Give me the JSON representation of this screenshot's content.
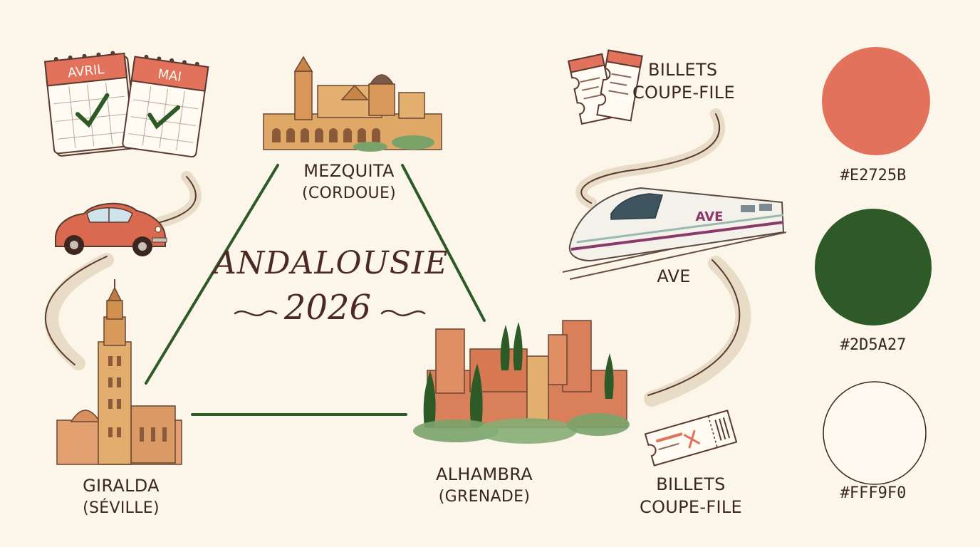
{
  "title": {
    "line1": "ANDALOUSIE",
    "line2": "2026"
  },
  "calendar": {
    "month1": "AVRIL",
    "month2": "MAI"
  },
  "places": {
    "mezquita": {
      "name": "MEZQUITA",
      "city": "(CORDOUE)"
    },
    "giralda": {
      "name": "GIRALDA",
      "city": "(SÉVILLE)"
    },
    "alhambra": {
      "name": "ALHAMBRA",
      "city": "(GRENADE)"
    }
  },
  "transport": {
    "train_label": "AVE",
    "train_logo": "AVE"
  },
  "tickets": {
    "top": {
      "line1": "BILLETS",
      "line2": "COUPE-FILE"
    },
    "bottom": {
      "line1": "BILLETS",
      "line2": "COUPE-FILE"
    }
  },
  "palette": [
    {
      "hex": "#E2725B",
      "color": "#e2725b"
    },
    {
      "hex": "#2D5A27",
      "color": "#2d5a27"
    },
    {
      "hex": "#FFF9F0",
      "color": "#fff9f0"
    }
  ],
  "colors": {
    "accent": "#e2725b",
    "green": "#2d5a27",
    "background": "#fbf5ea",
    "ink": "#3b2620"
  }
}
